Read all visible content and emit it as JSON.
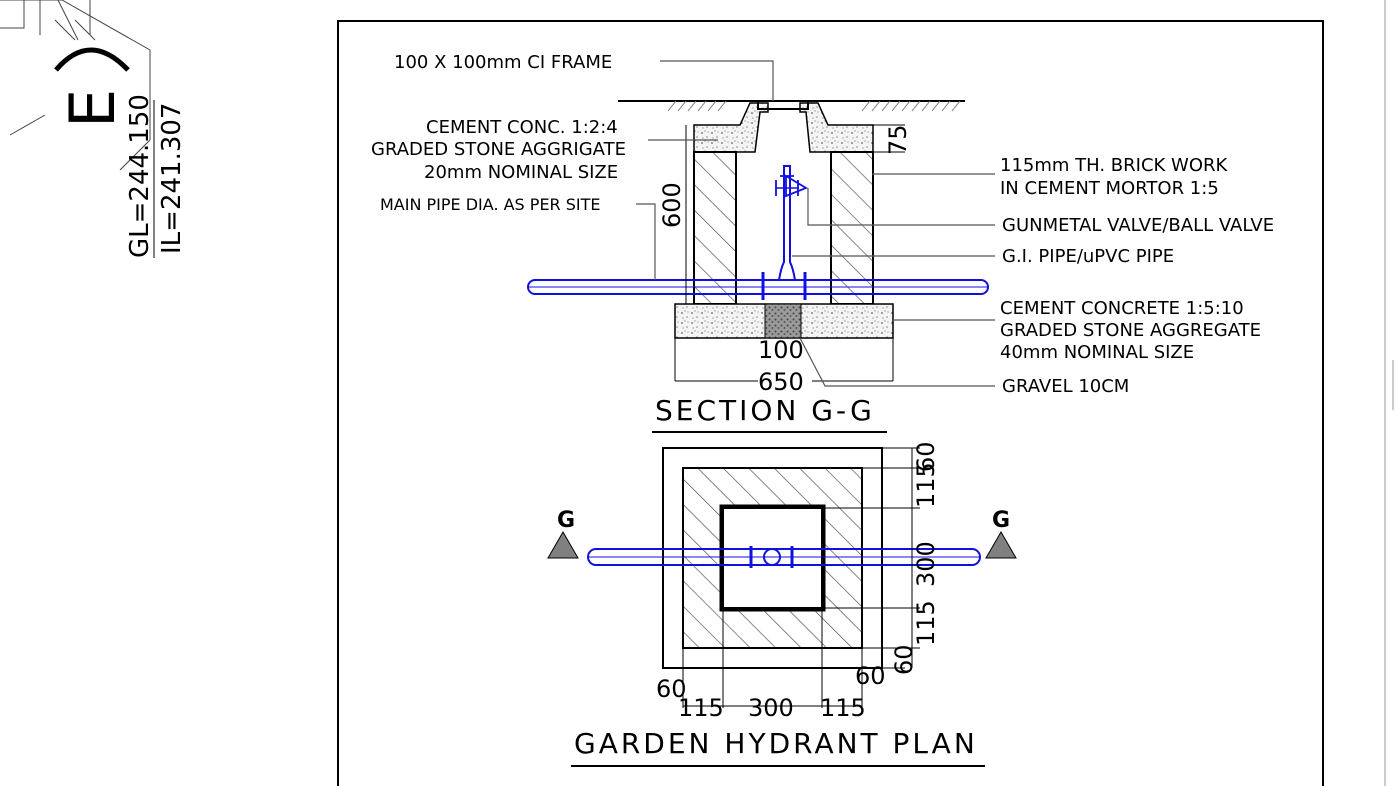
{
  "left_margin": {
    "gl_text": "GL=244.150",
    "il_text": "IL=241.307",
    "marker_letter": "E"
  },
  "section": {
    "title": "SECTION G-G",
    "labels": {
      "frame": "100 X 100mm CI FRAME",
      "cement1": "CEMENT CONC. 1:2:4",
      "cement2": "GRADED STONE AGGRIGATE",
      "cement3": "20mm NOMINAL SIZE",
      "main_pipe": "MAIN PIPE DIA. AS PER SITE",
      "brick1": "115mm TH. BRICK WORK",
      "brick2": "IN CEMENT MORTOR 1:5",
      "valve": "GUNMETAL VALVE/BALL VALVE",
      "gipipe": "G.I. PIPE/uPVC PIPE",
      "base1": "CEMENT CONCRETE 1:5:10",
      "base2": "GRADED STONE AGGREGATE",
      "base3": "40mm NOMINAL SIZE",
      "gravel": "GRAVEL 10CM"
    },
    "dims": {
      "height": "600",
      "top": "75",
      "gravel_w": "100",
      "base_w": "650"
    }
  },
  "plan": {
    "title": "GARDEN HYDRANT PLAN",
    "section_mark": "G",
    "dims": {
      "r1": "60",
      "r2": "115",
      "r3": "300",
      "r4": "115",
      "r5": "60",
      "b1": "60",
      "b2": "115",
      "b3": "300",
      "b4": "115",
      "b5": "60"
    }
  },
  "colors": {
    "pipe": "#1010e0",
    "line": "#000000"
  }
}
